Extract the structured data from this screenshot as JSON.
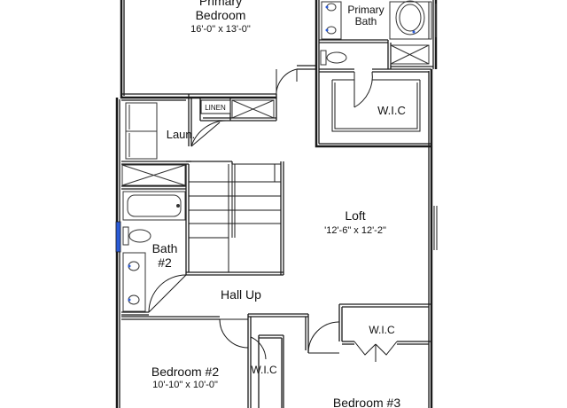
{
  "rooms": {
    "primary_bedroom": {
      "name_line1": "Primary",
      "name_line2": "Bedroom",
      "size": "16'-0\" x 13'-0\""
    },
    "primary_bath": {
      "name_line1": "Primary",
      "name_line2": "Bath"
    },
    "linen": {
      "name": "LINEN"
    },
    "laundry": {
      "name": "Laun."
    },
    "wic_primary": {
      "name": "W.I.C"
    },
    "loft": {
      "name": "Loft",
      "size": "'12'-6\" x 12'-2\""
    },
    "bath2": {
      "name_line1": "Bath",
      "name_line2": "#2"
    },
    "hall": {
      "name": "Hall Up"
    },
    "wic_bed3": {
      "name": "W.I.C"
    },
    "bedroom2": {
      "name": "Bedroom #2",
      "size": "10'-10\" x 10'-0\""
    },
    "wic_bed2": {
      "name": "W.I.C"
    },
    "bedroom3": {
      "name": "Bedroom #3"
    }
  },
  "colors": {
    "wall": "#1a1a1a",
    "accent_blue": "#2a5bd7",
    "fixture": "#333333"
  }
}
